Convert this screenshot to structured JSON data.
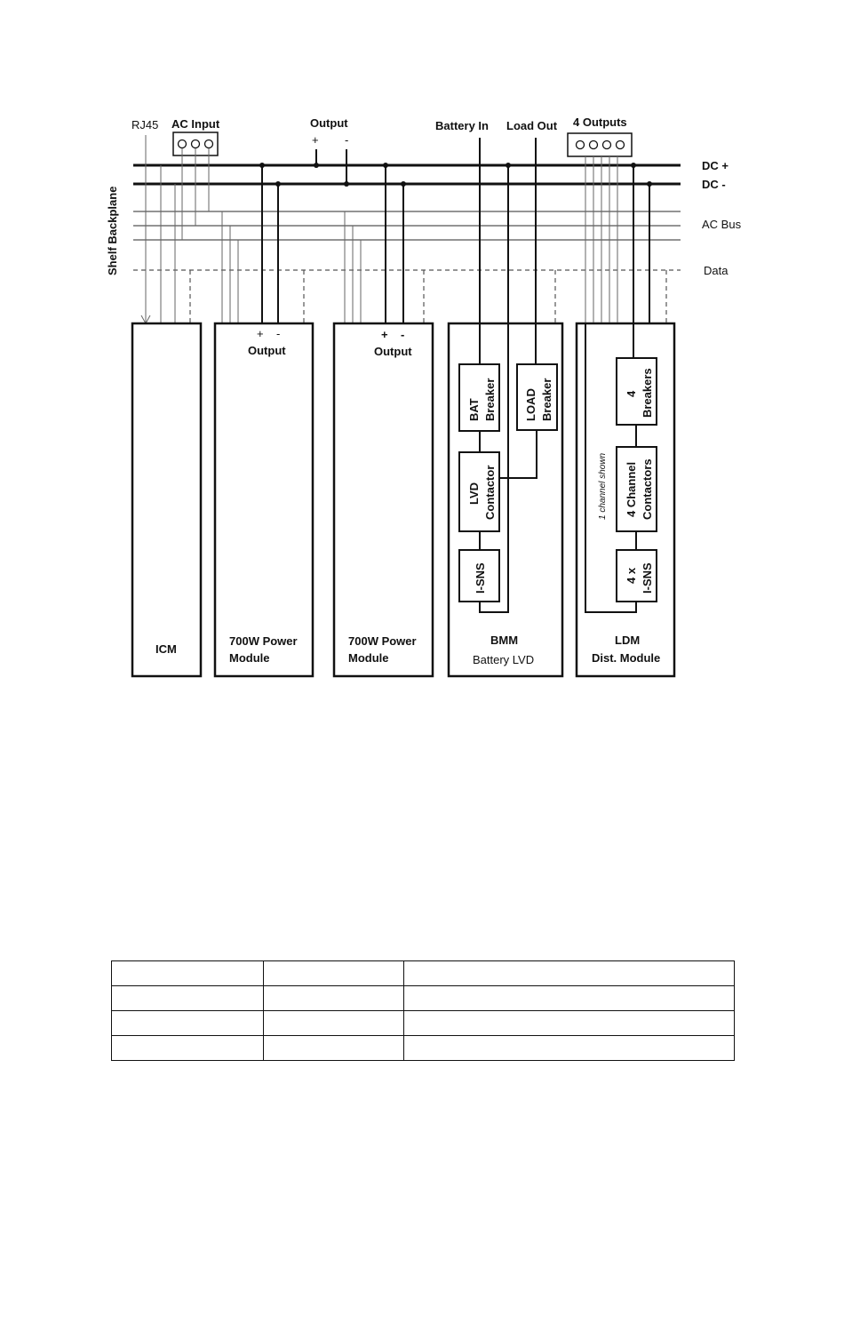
{
  "diagram": {
    "top_labels": {
      "rj45": "RJ45",
      "ac_input": "AC Input",
      "output": "Output",
      "battery_in": "Battery In",
      "load_out": "Load Out",
      "four_outputs": "4 Outputs",
      "plus": "+",
      "minus": "-"
    },
    "bus_labels": {
      "dc_plus": "DC +",
      "dc_minus": "DC -",
      "ac_bus": "AC Bus",
      "data": "Data",
      "backplane": "Shelf Backplane"
    },
    "modules": {
      "icm": "ICM",
      "pm1_line1": "700W Power",
      "pm1_line2": "Module",
      "pm1_output": "Output",
      "pm2_line1": "700W Power",
      "pm2_line2": "Module",
      "pm2_output": "Output",
      "bmm_line1": "BMM",
      "bmm_line2": "Battery LVD",
      "ldm_line1": "LDM",
      "ldm_line2": "Dist. Module"
    },
    "components": {
      "bat_breaker_1": "BAT",
      "bat_breaker_2": "Breaker",
      "lvd_1": "LVD",
      "lvd_2": "Contactor",
      "isns": "I-SNS",
      "load_breaker_1": "LOAD",
      "load_breaker_2": "Breaker",
      "ldm_breakers_1": "4",
      "ldm_breakers_2": "Breakers",
      "ldm_contactors_1": "4 Channel",
      "ldm_contactors_2": "Contactors",
      "ldm_isns_1": "4 x",
      "ldm_isns_2": "I-SNS",
      "channel_note": "1 channel shown"
    }
  },
  "table": {
    "rows": 4,
    "columns": 3
  }
}
